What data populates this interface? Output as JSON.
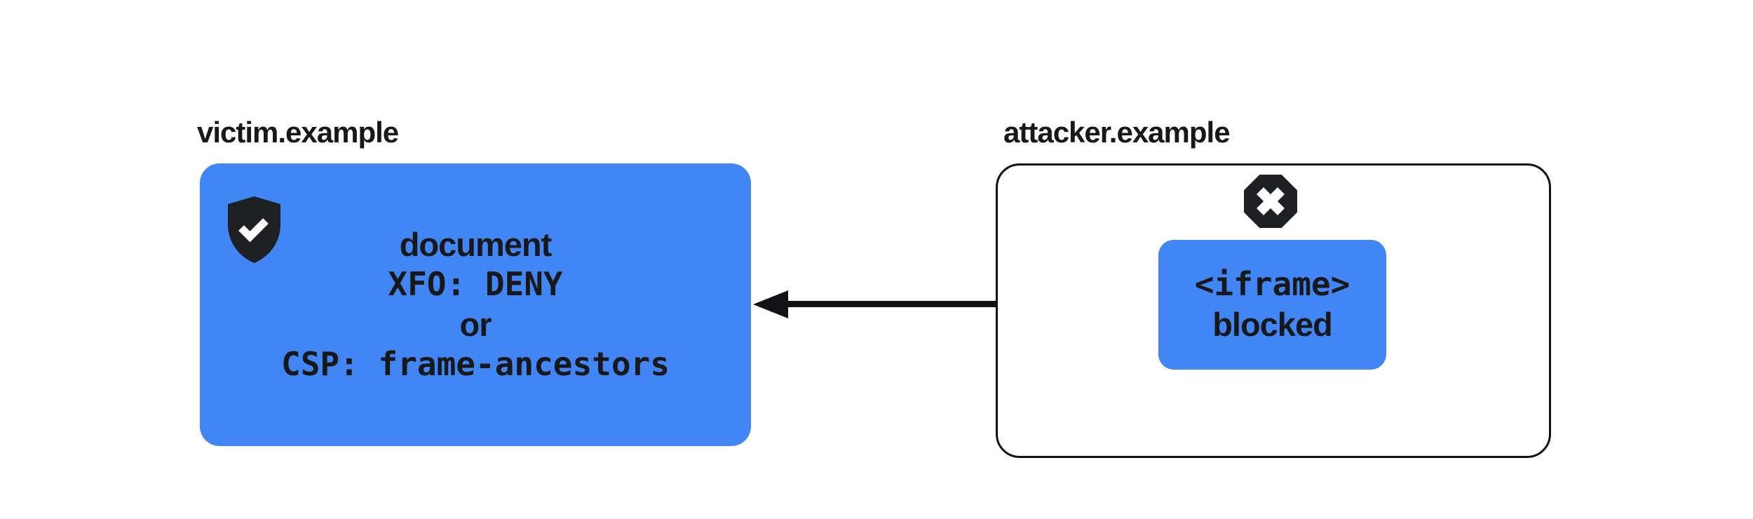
{
  "colors": {
    "accent_blue": "#4285F4",
    "ink": "#17181A",
    "stroke": "#121316",
    "icon_dark": "#1E2023",
    "background": "#FFFFFF"
  },
  "victim": {
    "label": "victim.example",
    "shield_icon": "shield-check-icon",
    "box_lines": [
      "document",
      "XFO: DENY",
      "or",
      "CSP: frame-ancestors"
    ]
  },
  "attacker": {
    "label": "attacker.example",
    "blocked_icon": "blocked-x-octagon-icon",
    "iframe_lines": [
      "<iframe>",
      "blocked"
    ]
  }
}
